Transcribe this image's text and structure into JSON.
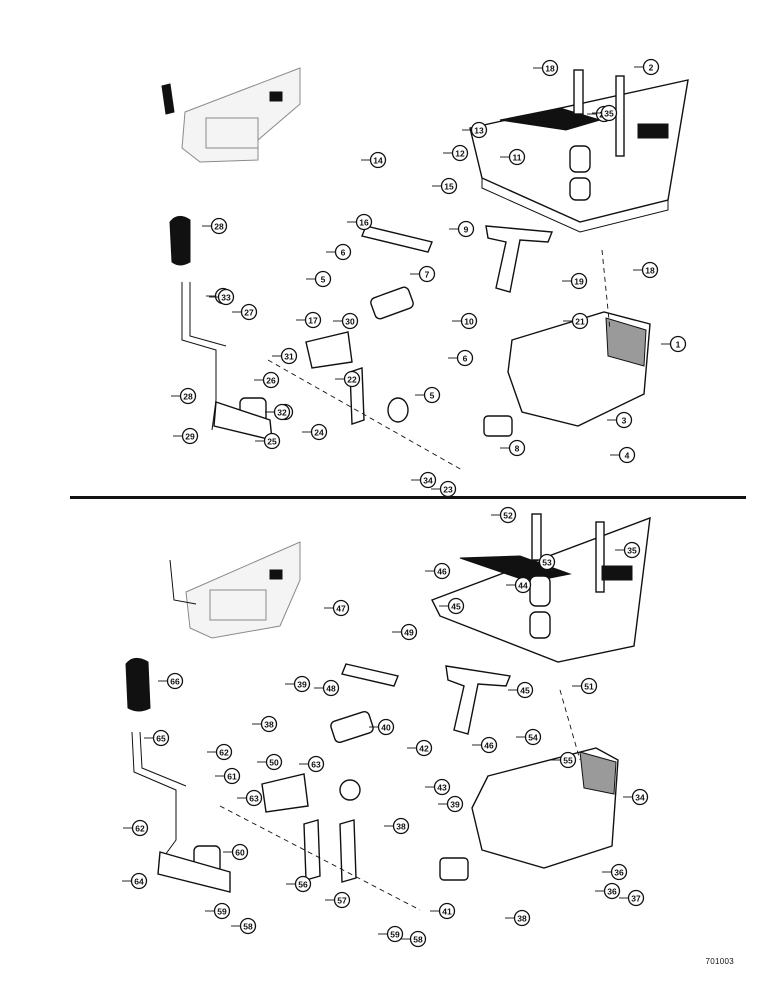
{
  "figure_code": "701003",
  "top_callouts": [
    "1",
    "2",
    "3",
    "4",
    "5",
    "5",
    "6",
    "6",
    "7",
    "8",
    "9",
    "10",
    "11",
    "12",
    "13",
    "14",
    "15",
    "16",
    "17",
    "18",
    "18",
    "19",
    "20",
    "21",
    "22",
    "23",
    "24",
    "25",
    "25",
    "26",
    "27",
    "28",
    "28",
    "29",
    "29",
    "30",
    "31",
    "32",
    "33",
    "34",
    "35"
  ],
  "bottom_callouts": [
    "34",
    "35",
    "36",
    "36",
    "37",
    "38",
    "38",
    "38",
    "39",
    "39",
    "40",
    "41",
    "42",
    "43",
    "44",
    "45",
    "45",
    "46",
    "46",
    "47",
    "48",
    "49",
    "50",
    "51",
    "52",
    "53",
    "54",
    "55",
    "56",
    "57",
    "58",
    "58",
    "59",
    "59",
    "60",
    "61",
    "62",
    "62",
    "63",
    "63",
    "64",
    "65",
    "66"
  ]
}
